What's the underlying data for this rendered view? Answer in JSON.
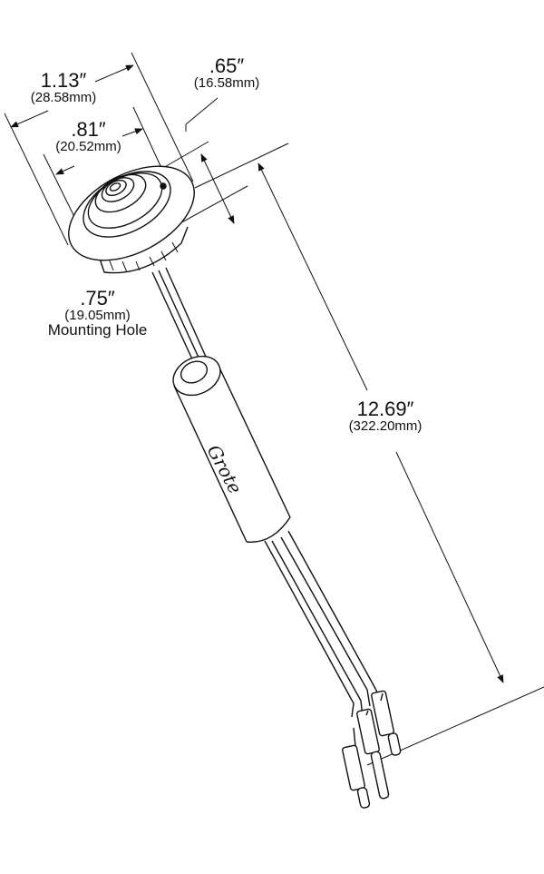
{
  "dimensions": {
    "overall_diameter": {
      "inches": "1.13″",
      "mm": "(28.58mm)"
    },
    "lens_diameter": {
      "inches": ".81″",
      "mm": "(20.52mm)"
    },
    "depth": {
      "inches": ".65″",
      "mm": "(16.58mm)"
    },
    "mounting_hole": {
      "inches": ".75″",
      "mm": "(19.05mm)",
      "label": "Mounting Hole"
    },
    "lead_length": {
      "inches": "12.69″",
      "mm": "(322.20mm)"
    }
  },
  "logo": "Grote"
}
